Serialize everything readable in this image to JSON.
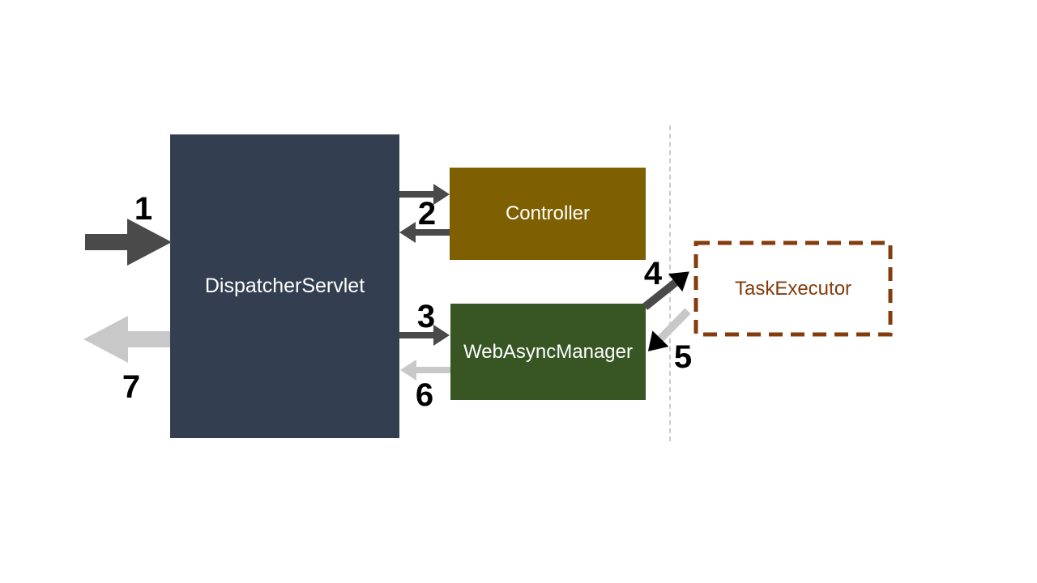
{
  "colors": {
    "background": "#FFFFFF",
    "dispatcher_fill": "#333F50",
    "dispatcher_text": "#FFFFFF",
    "controller_fill": "#7F6000",
    "controller_text": "#FFFFFF",
    "webasync_fill": "#375623",
    "webasync_text": "#FFFFFF",
    "taskexecutor_border": "#843C0C",
    "taskexecutor_text": "#843C0C",
    "dark_arrow": "#4A4A4A",
    "light_arrow": "#C8C8C8",
    "boundary_line": "#CBCBCB",
    "step_number": "#000000"
  },
  "nodes": {
    "dispatcher_servlet": {
      "label": "DispatcherServlet"
    },
    "controller": {
      "label": "Controller"
    },
    "web_async_manager": {
      "label": "WebAsyncManager"
    },
    "task_executor": {
      "label": "TaskExecutor",
      "border_style": "dashed"
    }
  },
  "edges": [
    {
      "number": "1",
      "to": "dispatcher_servlet",
      "direction": "in-from-left",
      "style": "block-arrow",
      "tone": "dark"
    },
    {
      "number": "2",
      "between": "dispatcher_servlet and controller",
      "bidirectional": true,
      "style": "thin-arrow-pair",
      "tone": "dark"
    },
    {
      "number": "3",
      "from": "dispatcher_servlet",
      "to": "web_async_manager",
      "style": "thin-arrow",
      "tone": "dark"
    },
    {
      "number": "4",
      "from": "web_async_manager",
      "to": "task_executor",
      "style": "thin-arrow-diagonal",
      "tone": "dark"
    },
    {
      "number": "5",
      "from": "task_executor",
      "to": "web_async_manager",
      "style": "thin-arrow-diagonal",
      "tone": "light"
    },
    {
      "number": "6",
      "from": "web_async_manager",
      "to": "dispatcher_servlet",
      "style": "thin-arrow",
      "tone": "light"
    },
    {
      "number": "7",
      "from": "dispatcher_servlet",
      "direction": "out-to-left",
      "style": "block-arrow",
      "tone": "light"
    }
  ],
  "async_boundary": {
    "type": "vertical-dashed-line"
  }
}
